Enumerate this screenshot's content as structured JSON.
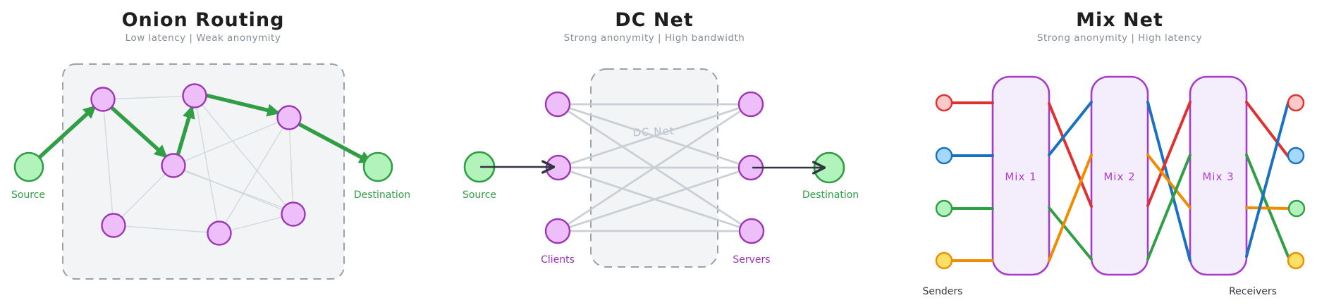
{
  "canvas": {
    "background": "#ffffff"
  },
  "panels": {
    "onion": {
      "title": "Onion Routing",
      "subtitle": "Low latency  |  Weak anonymity",
      "source_label": "Source",
      "destination_label": "Destination",
      "relay_count": 7,
      "path_hops": 4,
      "colors": {
        "relay_fill": "#eebefa",
        "relay_stroke": "#9c36b5",
        "endpoint_fill": "#b2f2bb",
        "endpoint_stroke": "#2f9e44",
        "path_arrow": "#2f9e44",
        "mesh_link": "#ced4da",
        "boundary_stroke": "#99a1aa",
        "boundary_fill": "#f2f4f6"
      }
    },
    "dcnet": {
      "title": "DC Net",
      "subtitle": "Strong anonymity  |  High bandwidth",
      "watermark": "DC Net",
      "source_label": "Source",
      "destination_label": "Destination",
      "clients_label": "Clients",
      "servers_label": "Servers",
      "client_count": 3,
      "server_count": 3,
      "fully_connected": true,
      "colors": {
        "node_fill": "#eebefa",
        "node_stroke": "#9c36b5",
        "endpoint_fill": "#b2f2bb",
        "endpoint_stroke": "#2f9e44",
        "link": "#c9ced4",
        "io_arrow": "#2f3640"
      }
    },
    "mixnet": {
      "title": "Mix Net",
      "subtitle": "Strong anonymity  |  High latency",
      "senders_label": "Senders",
      "receivers_label": "Receivers",
      "mixes": [
        "Mix 1",
        "Mix 2",
        "Mix 3"
      ],
      "sender_colors": [
        "red",
        "blue",
        "green",
        "yellow"
      ],
      "receiver_colors": [
        "red",
        "blue",
        "green",
        "yellow"
      ],
      "stream_colors": {
        "red": "#e03131",
        "blue": "#1971c2",
        "green": "#2f9e44",
        "orange": "#f08c00"
      },
      "node_fills": {
        "red": "#ffc9c9",
        "blue": "#a5d8ff",
        "green": "#b2f2bb",
        "yellow": "#ffe066"
      },
      "box_colors": {
        "fill": "#f4eefc",
        "stroke": "#a73bc9"
      }
    }
  }
}
